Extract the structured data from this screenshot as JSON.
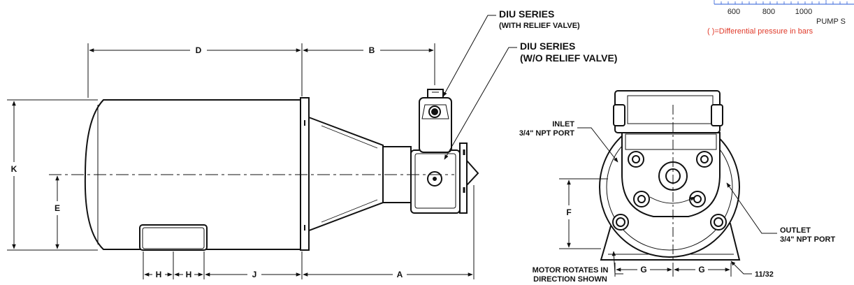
{
  "callouts": {
    "diu_with_relief_1": "DIU SERIES",
    "diu_with_relief_2": "(WITH RELIEF VALVE)",
    "diu_without_relief_1": "DIU SERIES",
    "diu_without_relief_2": "(W/O RELIEF VALVE)",
    "inlet_1": "INLET",
    "inlet_2": "3/4\" NPT PORT",
    "outlet_1": "OUTLET",
    "outlet_2": "3/4\" NPT PORT",
    "rotation_1": "MOTOR ROTATES IN",
    "rotation_2": "DIRECTION SHOWN",
    "hole": "11/32"
  },
  "dimensions": {
    "d": "D",
    "b": "B",
    "k": "K",
    "e": "E",
    "h1": "H",
    "h2": "H",
    "j": "J",
    "a": "A",
    "f": "F",
    "g1": "G",
    "g2": "G"
  },
  "chart_fragment": {
    "ticks": [
      "600",
      "800",
      "1000"
    ],
    "axis_label": "PUMP S",
    "note": "( )=Differential pressure in bars"
  },
  "colors": {
    "ink": "#111111",
    "note": "#e03a2a",
    "paper": "#ffffff"
  }
}
